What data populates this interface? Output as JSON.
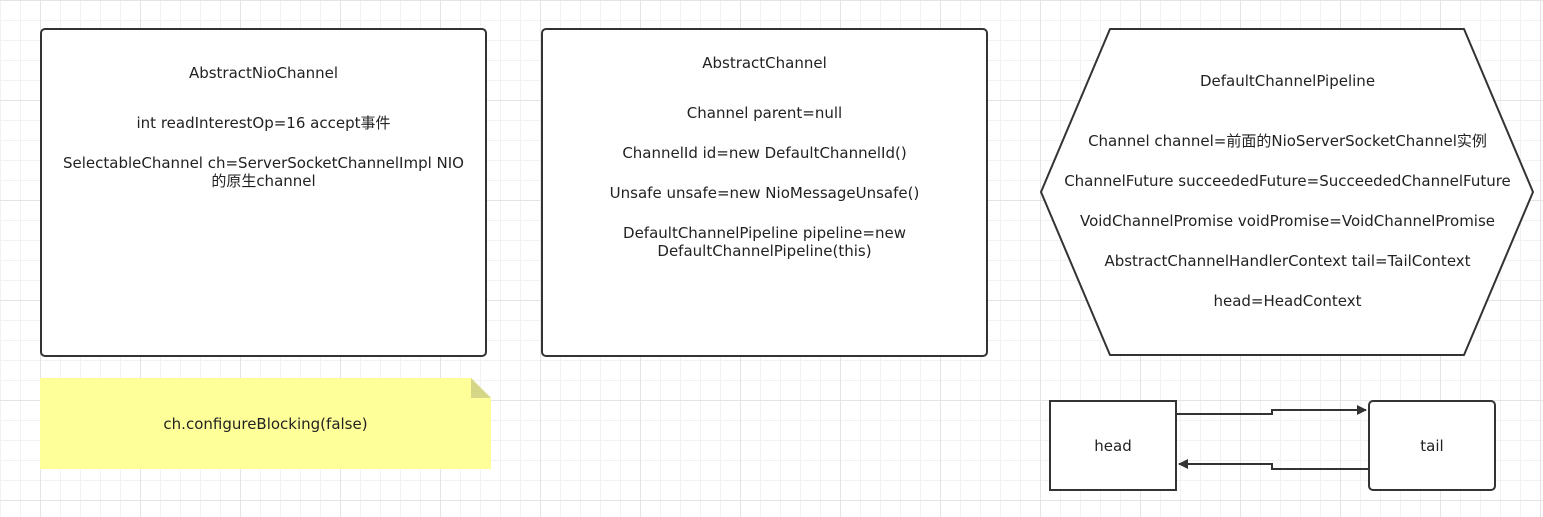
{
  "abstract_nio_channel": {
    "title": "AbstractNioChannel",
    "lines": [
      "int readInterestOp=16 accept事件",
      "SelectableChannel ch=ServerSocketChannelImpl NIO的原生channel"
    ]
  },
  "abstract_channel": {
    "title": "AbstractChannel",
    "lines": [
      "Channel parent=null",
      "ChannelId id=new DefaultChannelId()",
      "Unsafe unsafe=new NioMessageUnsafe()",
      "DefaultChannelPipeline pipeline=new DefaultChannelPipeline(this)"
    ]
  },
  "note": {
    "text": "ch.configureBlocking(false)"
  },
  "pipeline": {
    "title": "DefaultChannelPipeline",
    "lines": [
      "Channel channel=前面的NioServerSocketChannel实例",
      "ChannelFuture succeededFuture=SucceededChannelFuture",
      "VoidChannelPromise voidPromise=VoidChannelPromise",
      "AbstractChannelHandlerContext tail=TailContext",
      "head=HeadContext"
    ]
  },
  "nodes": {
    "head": "head",
    "tail": "tail"
  },
  "colors": {
    "note_fill": "#ffff99",
    "note_fold": "#d6d689",
    "stroke": "#333333"
  }
}
